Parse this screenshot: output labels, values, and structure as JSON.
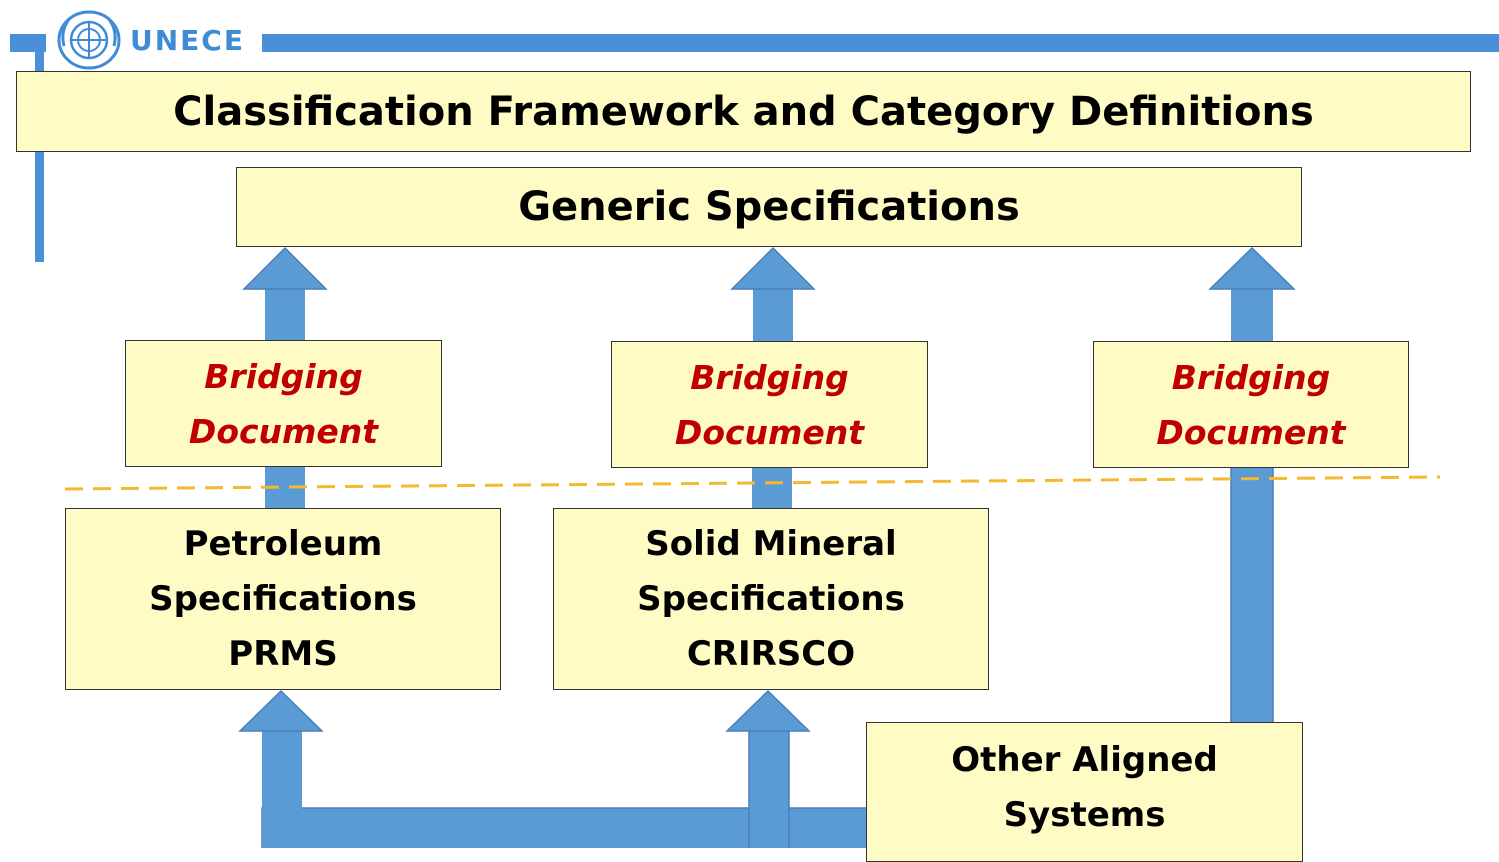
{
  "logo": {
    "text": "UNECE",
    "icon": "un-emblem-icon"
  },
  "colors": {
    "accent": "#4a90d9",
    "box_fill": "#fffbc4",
    "bridging_text": "#c00000",
    "dashed_line": "#f5b82e"
  },
  "title": "Classification Framework and Category Definitions",
  "generic": "Generic Specifications",
  "bridging": [
    {
      "line1": "Bridging",
      "line2": "Document"
    },
    {
      "line1": "Bridging",
      "line2": "Document"
    },
    {
      "line1": "Bridging",
      "line2": "Document"
    }
  ],
  "specs": [
    {
      "lines": [
        "Petroleum",
        "Specifications",
        "PRMS"
      ]
    },
    {
      "lines": [
        "Solid Mineral",
        "Specifications",
        "CRIRSCO"
      ]
    },
    {
      "lines": [
        "Other Aligned",
        "Systems"
      ]
    }
  ]
}
